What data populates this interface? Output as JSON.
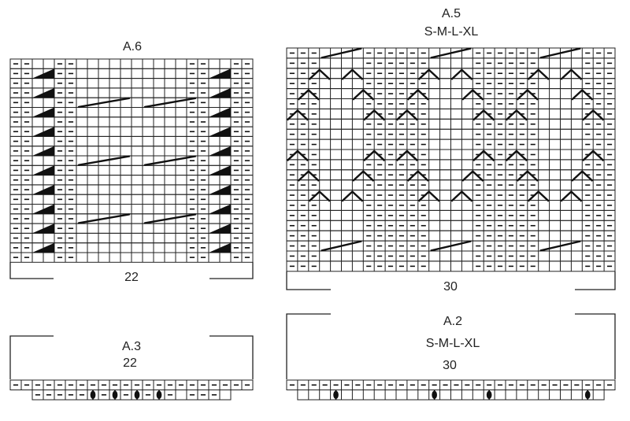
{
  "charts": [
    {
      "id": "a6",
      "title_lines": [
        "A.6"
      ],
      "columns": 22,
      "rows": 21,
      "width_label": "22",
      "purl_columns": [
        1,
        2,
        5,
        6,
        17,
        18,
        21,
        22
      ],
      "triangle_columns": [
        3,
        19
      ],
      "triangle_rows": [
        2,
        4,
        6,
        8,
        10,
        12,
        14,
        16,
        18,
        20
      ],
      "cable_lines": [
        {
          "row": 5,
          "from_col": 7,
          "to_col": 11
        },
        {
          "row": 5,
          "from_col": 13,
          "to_col": 17
        },
        {
          "row": 11,
          "from_col": 7,
          "to_col": 11
        },
        {
          "row": 11,
          "from_col": 13,
          "to_col": 17
        },
        {
          "row": 17,
          "from_col": 7,
          "to_col": 11
        },
        {
          "row": 17,
          "from_col": 13,
          "to_col": 17
        }
      ]
    },
    {
      "id": "a5",
      "title_lines": [
        "A.5",
        "S-M-L-XL"
      ],
      "columns": 30,
      "rows": 22,
      "width_label": "30",
      "purl_columns": [
        1,
        2,
        3,
        8,
        9,
        10,
        11,
        12,
        13,
        18,
        19,
        20,
        21,
        22,
        23,
        28,
        29,
        30
      ],
      "cable_lines": [
        {
          "row": 1,
          "from_col": 4,
          "to_col": 7
        },
        {
          "row": 1,
          "from_col": 14,
          "to_col": 17
        },
        {
          "row": 1,
          "from_col": 24,
          "to_col": 27
        },
        {
          "row": 20,
          "from_col": 4,
          "to_col": 7
        },
        {
          "row": 20,
          "from_col": 14,
          "to_col": 17
        },
        {
          "row": 20,
          "from_col": 24,
          "to_col": 27
        }
      ],
      "chevrons": [
        {
          "row": 3,
          "cols": [
            3,
            6,
            13,
            16,
            23,
            26
          ]
        },
        {
          "row": 5,
          "cols": [
            2,
            7,
            12,
            17,
            22,
            27
          ]
        },
        {
          "row": 7,
          "cols": [
            1,
            8,
            11,
            18,
            21,
            28
          ]
        },
        {
          "row": 11,
          "cols": [
            1,
            8,
            11,
            18,
            21,
            28
          ]
        },
        {
          "row": 13,
          "cols": [
            2,
            7,
            12,
            17,
            22,
            27
          ]
        },
        {
          "row": 15,
          "cols": [
            3,
            6,
            13,
            16,
            23,
            26
          ]
        }
      ]
    },
    {
      "id": "a3",
      "title_lines": [
        "A.3",
        "22"
      ],
      "columns": 22,
      "rows": 2,
      "width_label": "",
      "purl_cells": [
        [
          1,
          1
        ],
        [
          1,
          2
        ],
        [
          1,
          3
        ],
        [
          1,
          4
        ],
        [
          1,
          5
        ],
        [
          1,
          6
        ],
        [
          1,
          7
        ],
        [
          1,
          8
        ],
        [
          1,
          9
        ],
        [
          1,
          10
        ],
        [
          1,
          11
        ],
        [
          1,
          12
        ],
        [
          1,
          13
        ],
        [
          1,
          14
        ],
        [
          1,
          15
        ],
        [
          1,
          16
        ],
        [
          1,
          17
        ],
        [
          1,
          18
        ],
        [
          1,
          19
        ],
        [
          1,
          20
        ],
        [
          1,
          21
        ],
        [
          1,
          22
        ],
        [
          2,
          3
        ],
        [
          2,
          4
        ],
        [
          2,
          5
        ],
        [
          2,
          6
        ],
        [
          2,
          7
        ],
        [
          2,
          9
        ],
        [
          2,
          11
        ],
        [
          2,
          13
        ],
        [
          2,
          15
        ],
        [
          2,
          17
        ],
        [
          2,
          18
        ],
        [
          2,
          19
        ]
      ],
      "beads": [
        {
          "row": 2,
          "col": 8
        },
        {
          "row": 2,
          "col": 10
        },
        {
          "row": 2,
          "col": 12
        },
        {
          "row": 2,
          "col": 14
        }
      ]
    },
    {
      "id": "a2",
      "title_lines": [
        "A.2",
        "S-M-L-XL",
        "30"
      ],
      "columns": 30,
      "rows": 2,
      "width_label": "",
      "purl_cells": [
        [
          1,
          1
        ],
        [
          1,
          2
        ],
        [
          1,
          3
        ],
        [
          1,
          4
        ],
        [
          1,
          5
        ],
        [
          1,
          6
        ],
        [
          1,
          7
        ],
        [
          1,
          8
        ],
        [
          1,
          9
        ],
        [
          1,
          10
        ],
        [
          1,
          11
        ],
        [
          1,
          12
        ],
        [
          1,
          13
        ],
        [
          1,
          14
        ],
        [
          1,
          15
        ],
        [
          1,
          16
        ],
        [
          1,
          17
        ],
        [
          1,
          18
        ],
        [
          1,
          19
        ],
        [
          1,
          20
        ],
        [
          1,
          21
        ],
        [
          1,
          22
        ],
        [
          1,
          23
        ],
        [
          1,
          24
        ],
        [
          1,
          25
        ],
        [
          1,
          26
        ],
        [
          1,
          27
        ],
        [
          1,
          28
        ],
        [
          1,
          29
        ],
        [
          1,
          30
        ]
      ],
      "beads": [
        {
          "row": 2,
          "col": 5
        },
        {
          "row": 2,
          "col": 14
        },
        {
          "row": 2,
          "col": 19
        },
        {
          "row": 2,
          "col": 28
        }
      ]
    }
  ]
}
